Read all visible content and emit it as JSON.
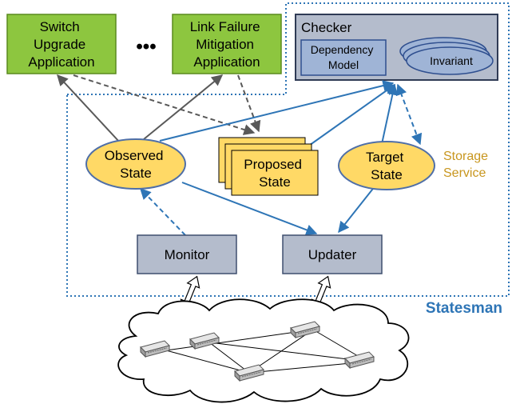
{
  "apps": {
    "switch_upgrade": [
      "Switch",
      "Upgrade",
      "Application"
    ],
    "ellipsis": "•••",
    "link_failure": [
      "Link Failure",
      "Mitigation",
      "Application"
    ]
  },
  "checker": {
    "title": "Checker",
    "dependency_model": [
      "Dependency",
      "Model"
    ],
    "invariant": "Invariant"
  },
  "states": {
    "observed": [
      "Observed",
      "State"
    ],
    "proposed": [
      "Proposed",
      "State"
    ],
    "target": [
      "Target",
      "State"
    ]
  },
  "storage_service": [
    "Storage",
    "Service"
  ],
  "components": {
    "monitor": "Monitor",
    "updater": "Updater"
  },
  "system_name": "Statesman",
  "colors": {
    "app_fill": "#8dc63f",
    "app_stroke": "#5a8a1f",
    "state_fill": "#ffd966",
    "state_stroke": "#4f6fa8",
    "component_fill": "#b4bccc",
    "component_stroke": "#3f4f6f",
    "checker_fill": "#b4bccc",
    "blue": "#2e75b6",
    "dashed_dotted": "#2e75b6",
    "gray_arrow": "#595959",
    "storage_text": "#c8961e",
    "statesman_text": "#2e75b6"
  },
  "icons": {
    "switch": "network-switch-icon",
    "cloud": "network-cloud-icon"
  }
}
